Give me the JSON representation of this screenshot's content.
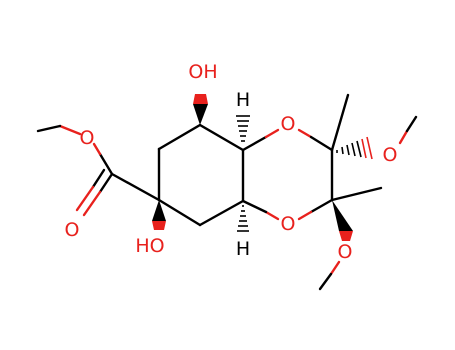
{
  "colors": {
    "carbon": "#000000",
    "oxygen": "#e8211d",
    "hydrogen": "#000000",
    "background": "#ffffff"
  },
  "labels": {
    "oh_top": "OH",
    "oh_bottom": "HO",
    "h_top": "H",
    "h_bottom": "H",
    "o_ring_top": "O",
    "o_ring_bottom": "O",
    "o_methoxy_top": "O",
    "o_methoxy_bottom": "O",
    "o_ester_single": "O",
    "o_ester_double": "O"
  }
}
